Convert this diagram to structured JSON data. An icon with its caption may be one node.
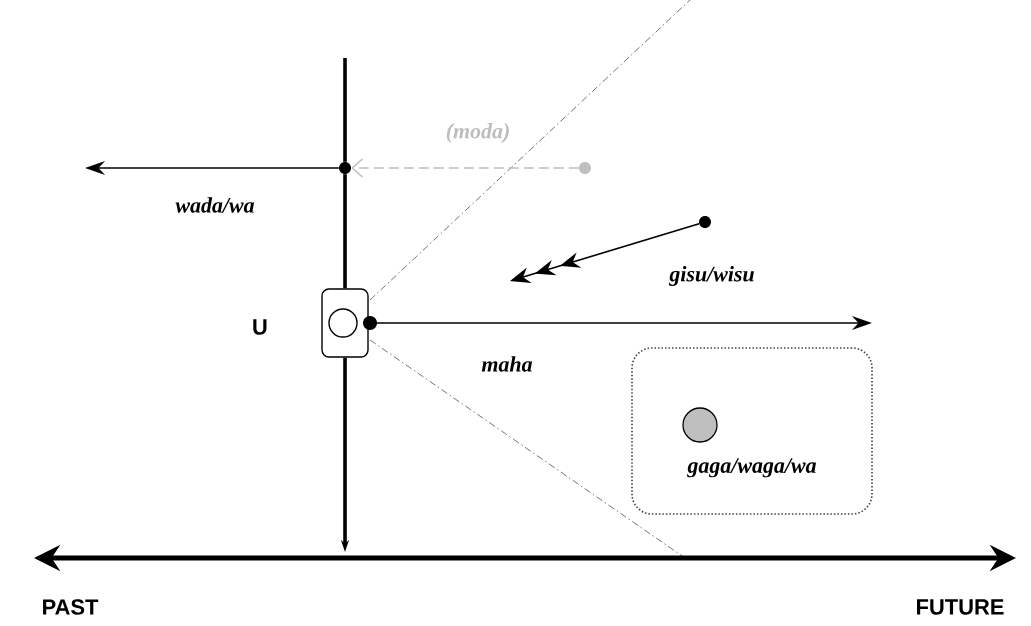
{
  "diagram": {
    "nodes": [
      {
        "text": [],
        "shape": "box",
        "beside": [
          "U"
        ]
      },
      {
        "text": [],
        "shape": "circle"
      },
      {
        "text": [],
        "shape": "circle"
      },
      {
        "text": [],
        "shape": "circle"
      },
      {
        "text": [
          "gaga/waga/wa"
        ]
      },
      {
        "text": [],
        "shape": "circle",
        "in": 4
      }
    ],
    "edges": [
      {
        "from": 1,
        "to": null,
        "arrow": "to",
        "label": "wada/wa"
      },
      {
        "from": 2,
        "to": 1,
        "arrow": "to",
        "label": "(*moda*)",
        "style": "dashed",
        "color": "#bdbdbd"
      },
      {
        "from": 3,
        "to": null,
        "arrow": "to",
        "label": "gisu/wisu"
      },
      {
        "from": 0,
        "to": null,
        "arrow": "to",
        "label": "maha"
      },
      {
        "from": null,
        "to": 1,
        "arrow": "none",
        "style": "thick"
      },
      {
        "from": 1,
        "to": 0,
        "arrow": "none",
        "style": "thick"
      },
      {
        "from": 0,
        "to": null,
        "arrow": "to",
        "style": "thick"
      }
    ],
    "labels": [
      "PAST",
      "FUTURE"
    ]
  }
}
